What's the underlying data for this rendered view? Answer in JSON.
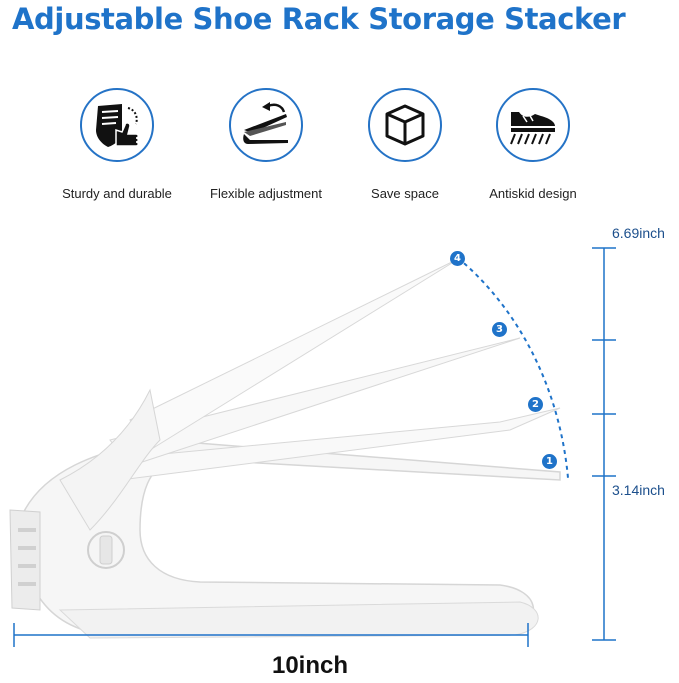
{
  "title": "Adjustable Shoe Rack Storage Stacker",
  "features": [
    {
      "label": "Sturdy and durable",
      "icon": "shield-thumbs-up-icon"
    },
    {
      "label": "Flexible adjustment",
      "icon": "adjustable-rack-icon"
    },
    {
      "label": "Save space",
      "icon": "cube-icon"
    },
    {
      "label": "Antiskid design",
      "icon": "shoe-grip-icon"
    }
  ],
  "dimensions": {
    "max_height": "6.69inch",
    "min_height": "3.14inch",
    "width": "10inch"
  },
  "levels": [
    "1",
    "2",
    "3",
    "4"
  ],
  "colors": {
    "accent": "#1f73c9",
    "rack": "#f7f7f7"
  }
}
